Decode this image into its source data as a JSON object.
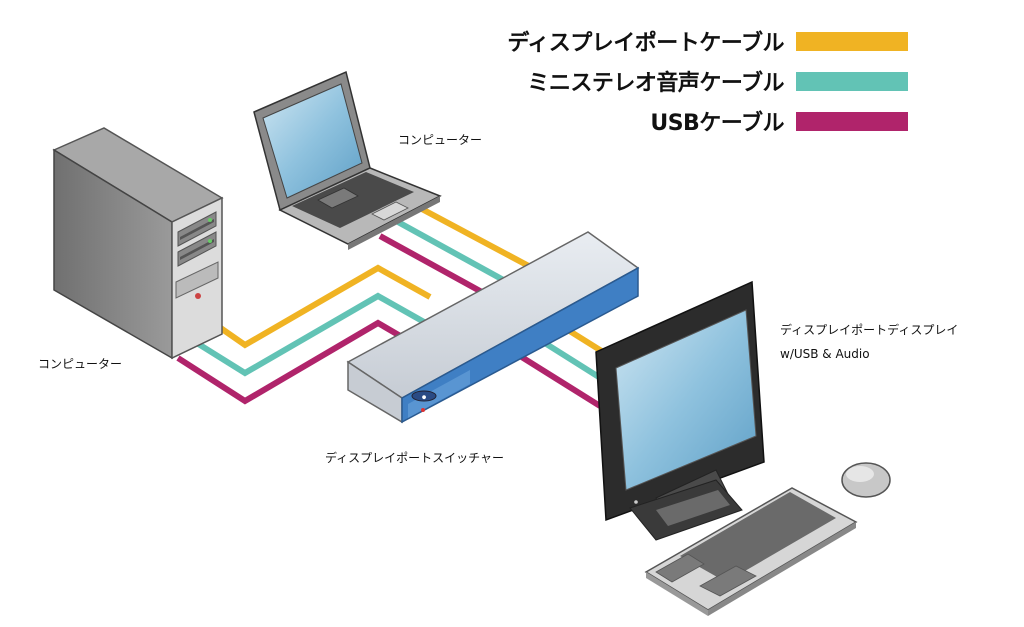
{
  "legend": [
    {
      "label": "ディスプレイポートケーブル",
      "color": "#F0B323"
    },
    {
      "label": "ミニステレオ音声ケーブル",
      "color": "#62C3B5"
    },
    {
      "label": "USBケーブル",
      "color": "#B0246B"
    }
  ],
  "labels": {
    "laptop": "コンピューター",
    "desktop": "コンピューター",
    "monitor_line1": "ディスプレイポートディスプレイ",
    "monitor_line2": "w/USB & Audio",
    "switch": "ディスプレイポートスイッチャー"
  },
  "device_icons": [
    "desktop-tower-icon",
    "laptop-icon",
    "kvm-switch-icon",
    "monitor-icon",
    "keyboard-icon",
    "mouse-icon"
  ]
}
